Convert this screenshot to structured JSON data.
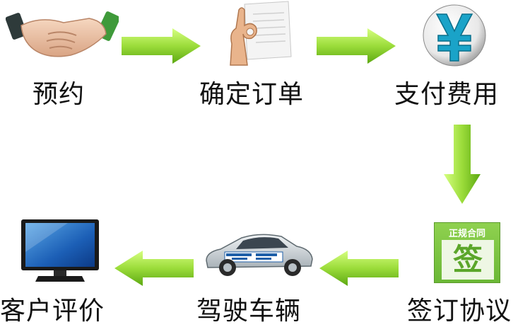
{
  "steps": [
    {
      "label": "预约",
      "icon": "handshake-icon"
    },
    {
      "label": "确定订单",
      "icon": "ok-hand-document-icon"
    },
    {
      "label": "支付费用",
      "icon": "yen-coin-icon"
    },
    {
      "label": "签订协议",
      "icon": "contract-sign-icon",
      "badge_title": "正规合同",
      "badge_char": "签"
    },
    {
      "label": "驾驶车辆",
      "icon": "driving-school-car-icon"
    },
    {
      "label": "客户评价",
      "icon": "monitor-icon"
    }
  ],
  "colors": {
    "arrow_light": "#b8f05a",
    "arrow_dark": "#5ca812",
    "yen": "#1aa3c8",
    "badge": "#7cc242"
  }
}
